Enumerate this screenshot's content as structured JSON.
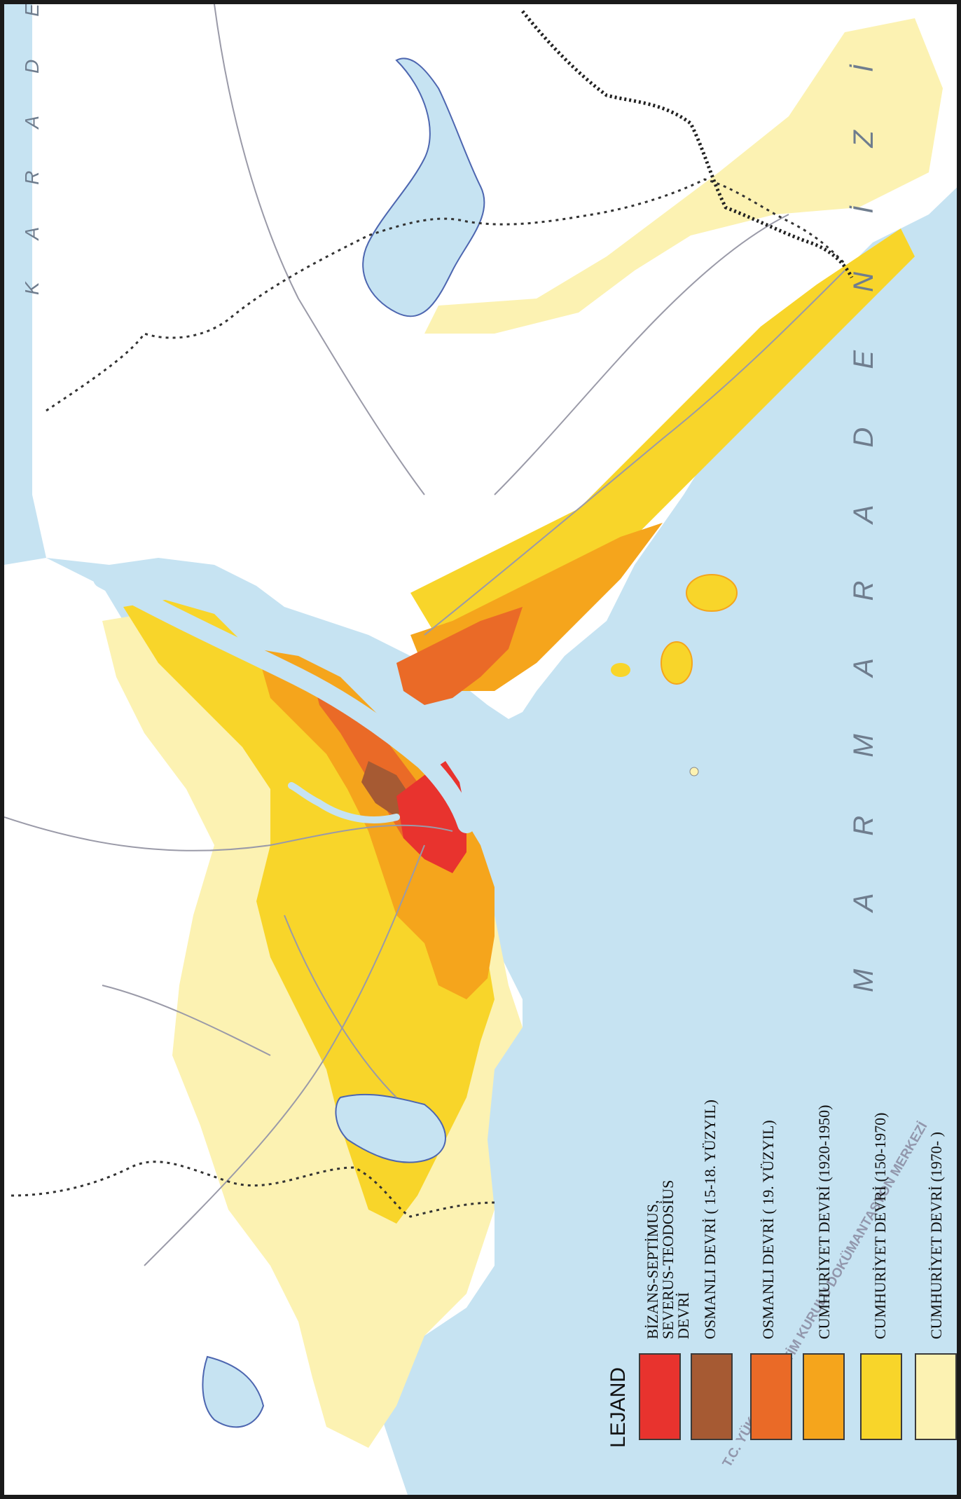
{
  "map": {
    "sea_north": "K A R A   D E N İ Z",
    "sea_south": "M A R M A R A   D E N İ Z İ",
    "stamp": "T.C. YÜKSEKÖĞRETİM KURULU DOKÜMANTASYON MERKEZİ",
    "colors": {
      "sea": "#c6e3f2",
      "land": "#ffffff",
      "road": "#9a9aa8",
      "boundary": "#222222"
    }
  },
  "legend": {
    "title": "LEJAND",
    "items": [
      {
        "label": "BİZANS-SEPTİMUS, SEVERUS-TEODOSİUS DEVRİ",
        "color": "#e8332e"
      },
      {
        "label": "OSMANLI DEVRİ ( 15-18. YÜZYIL)",
        "color": "#a65a33"
      },
      {
        "label": "OSMANLI DEVRİ ( 19. YÜZYIL)",
        "color": "#ea6a27"
      },
      {
        "label": "CUMHURİYET DEVRİ (1920-1950)",
        "color": "#f5a51c"
      },
      {
        "label": "CUMHURİYET DEVRİ (150-1970)",
        "color": "#f8d52a"
      },
      {
        "label": "CUMHURİYET DEVRİ (1970-  )",
        "color": "#fcf2b2"
      }
    ]
  }
}
